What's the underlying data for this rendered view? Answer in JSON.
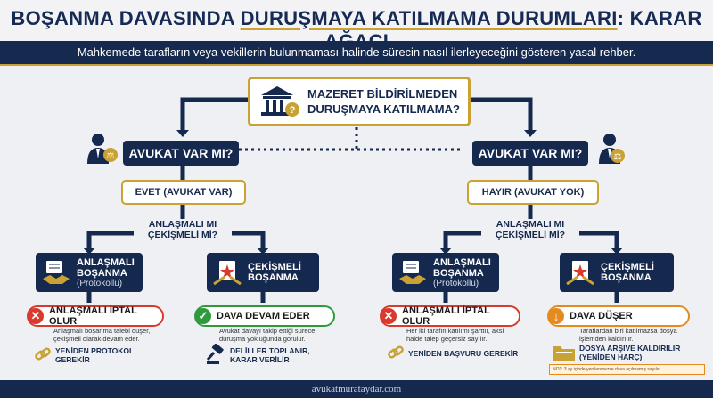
{
  "title": {
    "part1": "BOŞANMA DAVASINDA ",
    "highlight": "DURUŞMAYA KATILMAMA DURUMLARI",
    "part2": ": KARAR AĞACI"
  },
  "subtitle": "Mahkemede tarafların veya vekillerin bulunmaması halinde sürecin nasıl ilerleyeceğini gösteren yasal rehber.",
  "root": {
    "line1": "MAZERET BİLDİRİLMEDEN",
    "line2": "DURUŞMAYA KATILMAMA?"
  },
  "left": {
    "question": "AVUKAT VAR MI?",
    "answer": "EVET (AVUKAT VAR)",
    "type_q1": "ANLAŞMALI MI",
    "type_q2": "ÇEKİŞMELİ Mİ?",
    "agreed": {
      "l1": "ANLAŞMALI",
      "l2": "BOŞANMA",
      "l3": "(Protokollü)"
    },
    "contested": {
      "l1": "ÇEKİŞMELİ",
      "l2": "BOŞANMA"
    },
    "res_agreed": "ANLAŞMALI İPTAL OLUR",
    "res_agreed_desc": "Anlaşmalı boşanma talebi düşer, çekişmeli olarak devam eder.",
    "res_agreed_note": "YENİDEN PROTOKOL GEREKİR",
    "res_contested": "DAVA DEVAM EDER",
    "res_contested_desc": "Avukat davayı takip ettiği sürece duruşma yokluğunda görülür.",
    "res_contested_note": "DELİLLER TOPLANIR, KARAR VERİLİR"
  },
  "right": {
    "question": "AVUKAT VAR MI?",
    "answer": "HAYIR (AVUKAT YOK)",
    "type_q1": "ANLAŞMALI MI",
    "type_q2": "ÇEKİŞMELİ Mİ?",
    "agreed": {
      "l1": "ANLAŞMALI",
      "l2": "BOŞANMA",
      "l3": "(Protokollü)"
    },
    "contested": {
      "l1": "ÇEKİŞMELİ",
      "l2": "BOŞANMA"
    },
    "res_agreed": "ANLAŞMALI İPTAL OLUR",
    "res_agreed_desc": "Her iki tarafın katılımı şarttır, aksi halde talep geçersiz sayılır.",
    "res_agreed_note": "YENİDEN BAŞVURU GEREKİR",
    "res_contested": "DAVA DÜŞER",
    "res_contested_desc": "Taraflardan biri katılmazsa dosya işlemden kaldırılır.",
    "res_contested_note": "DOSYA ARŞİVE KALDIRILIR (YENİDEN HARÇ)",
    "footnote": "NOT: 3 ay içinde yenilenmezse dava açılmamış sayılır."
  },
  "footer": "avukatmurataydar.com",
  "colors": {
    "navy": "#15284d",
    "gold": "#c9a233",
    "red": "#d83a2e",
    "green": "#2e9a3c",
    "orange": "#e58a1f"
  }
}
